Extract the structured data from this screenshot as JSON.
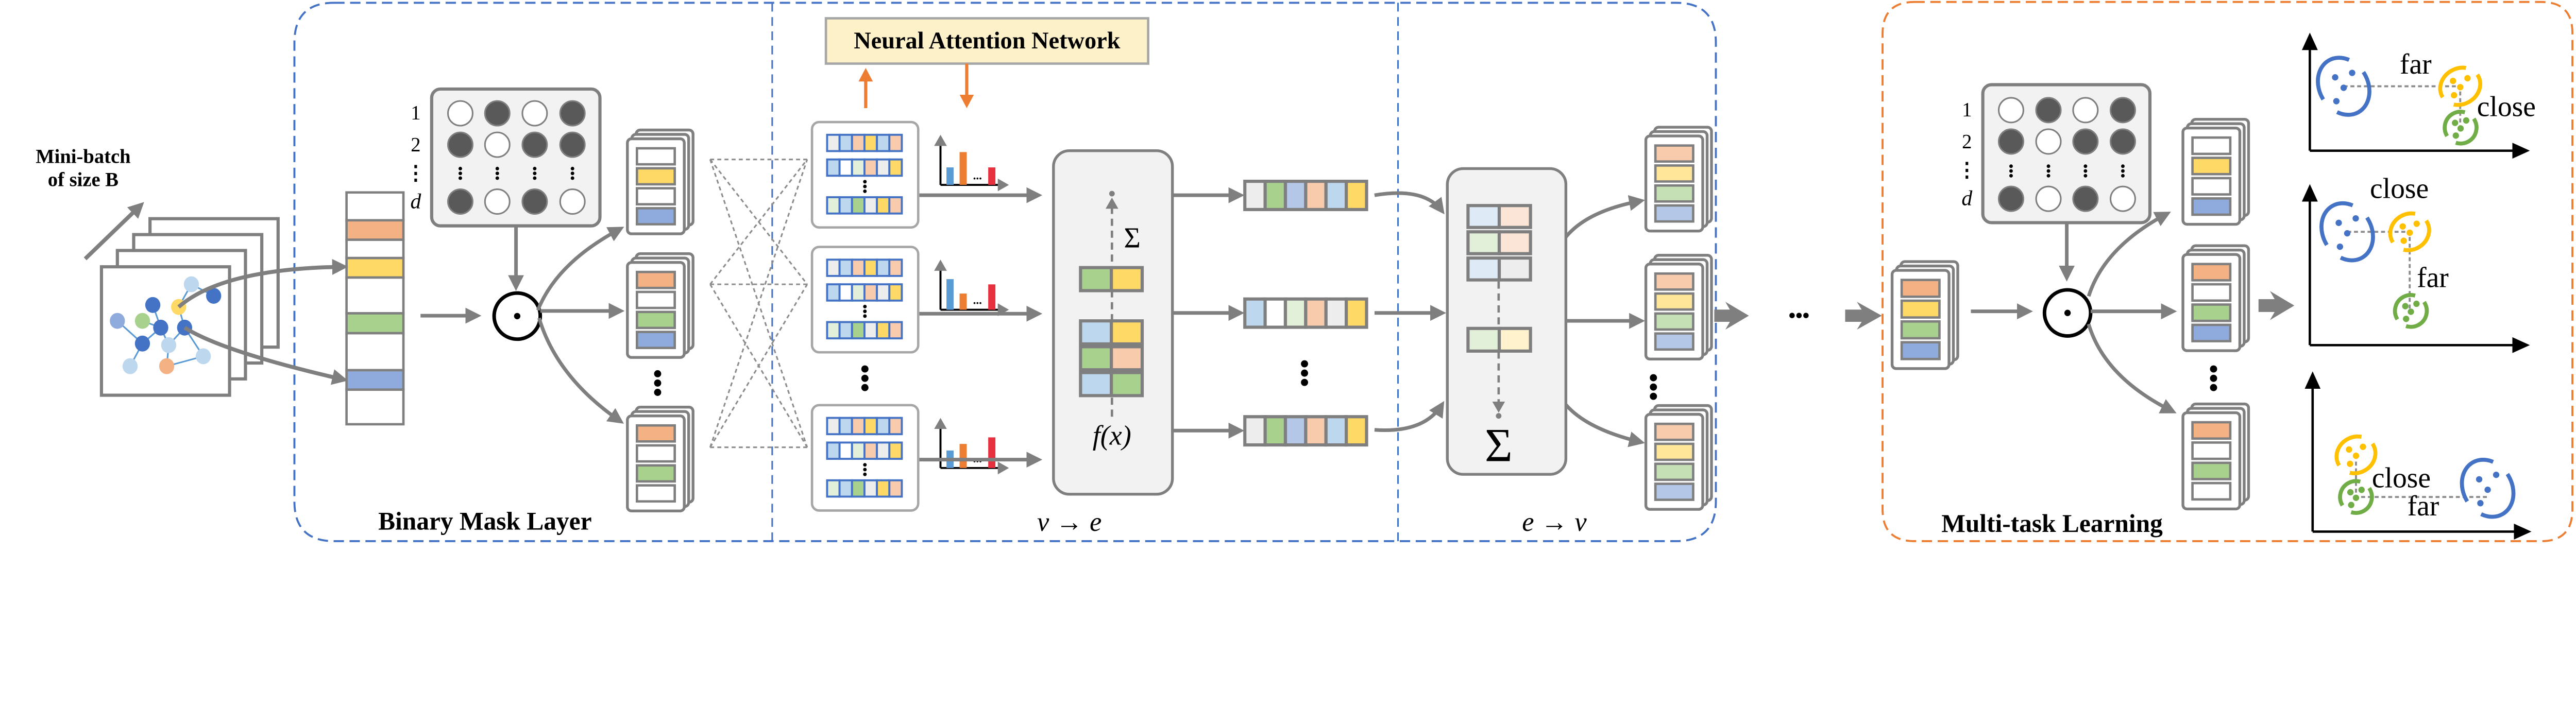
{
  "input": {
    "label_line1": "Mini-batch",
    "label_line2": "of size B"
  },
  "binary_mask_layer": {
    "title": "Binary Mask Layer",
    "row_labels": [
      "1",
      "2",
      "⋮",
      "d"
    ],
    "mask": [
      [
        0,
        1,
        0,
        1
      ],
      [
        1,
        0,
        1,
        1
      ],
      null,
      [
        1,
        0,
        1,
        0
      ]
    ],
    "input_vector": [
      "white",
      "orange",
      "white",
      "yellow",
      "white",
      "green",
      "white",
      "blue",
      "white"
    ],
    "outputs": [
      [
        "white",
        "yellow",
        "white",
        "blue"
      ],
      [
        "orange",
        "white",
        "green",
        "blue"
      ],
      [
        "orange",
        "white",
        "green",
        "white"
      ]
    ]
  },
  "attention": {
    "title": "Neural Attention Network",
    "card_rows": [
      [
        "gray",
        "lblue",
        "peach",
        "yellow",
        "lblue",
        "peach"
      ],
      [
        "lblue",
        "white",
        "pgreen",
        "peach",
        "gray",
        "yellow"
      ],
      [
        "pgreen",
        "lblue",
        "green",
        "gray",
        "yellow",
        "peach"
      ]
    ],
    "bar_charts": [
      [
        0.4,
        0.75,
        0.4
      ],
      [
        0.7,
        0.37,
        0.58
      ],
      [
        0.4,
        0.55,
        0.7
      ]
    ],
    "bar_ellipsis": "..."
  },
  "v_to_e": {
    "label": "v → e",
    "sum_symbol": "Σ",
    "function_label": "f(x)",
    "top_pair": [
      "green",
      "yellow"
    ],
    "stack_pairs": [
      [
        "lblue",
        "yellow"
      ],
      [
        "green",
        "peach"
      ],
      [
        "lblue",
        "green"
      ]
    ],
    "edge_vectors": [
      [
        "gray",
        "green",
        "lav",
        "peach",
        "lblue",
        "yellow"
      ],
      [
        "lblue",
        "white",
        "pgreen",
        "peach",
        "gray",
        "yellow"
      ],
      [
        "gray",
        "green",
        "lav",
        "peach",
        "lblue",
        "yellow"
      ]
    ]
  },
  "e_to_v": {
    "label": "e → v",
    "sum_symbol": "Σ",
    "stack_pairs": [
      [
        "pblue",
        "ppeach"
      ],
      [
        "ppgreen",
        "ppeach"
      ],
      [
        "pblue",
        "gray"
      ]
    ],
    "bottom_pair": [
      "ppgreen",
      "pyellow"
    ],
    "outputs": [
      [
        "peach",
        "pyel2",
        "pgreen2",
        "pblue2"
      ],
      [
        "peach",
        "pyel2",
        "pgreen2",
        "pblue2"
      ],
      [
        "peach",
        "pyel2",
        "pgreen2",
        "pblue2"
      ]
    ]
  },
  "continuation": "•••",
  "multitask": {
    "title": "Multi-task Learning",
    "row_labels": [
      "1",
      "2",
      "⋮",
      "d"
    ],
    "mask": [
      [
        0,
        1,
        0,
        1
      ],
      [
        1,
        0,
        1,
        1
      ],
      null,
      [
        1,
        0,
        1,
        0
      ]
    ],
    "input_card": [
      "orange",
      "yellow",
      "green",
      "blue"
    ],
    "outputs": [
      [
        "white",
        "yellow",
        "white",
        "blue"
      ],
      [
        "orange",
        "white",
        "green",
        "blue"
      ],
      [
        "orange",
        "white",
        "green",
        "white"
      ]
    ],
    "plots": [
      {
        "labels": [
          "far",
          "close"
        ]
      },
      {
        "labels": [
          "close",
          "far"
        ]
      },
      {
        "labels": [
          "close",
          "far"
        ]
      }
    ]
  },
  "colors": {
    "white": "#ffffff",
    "orange": "#f4b183",
    "yellow": "#ffd966",
    "green": "#a9d18e",
    "blue": "#8faadc",
    "gray": "#ededed",
    "lblue": "#bdd7ee",
    "peach": "#f8cbad",
    "pgreen": "#e2f0d9",
    "lav": "#b4c7e7",
    "pblue": "#deebf7",
    "ppeach": "#fbe5d6",
    "ppgreen": "#e2f0d9",
    "pyellow": "#fff2cc",
    "pyel2": "#ffe699",
    "pgreen2": "#c5e0b4",
    "pblue2": "#b4c7e7",
    "accent_blue": "#4472c4",
    "accent_orange": "#ed7d31",
    "cluster_yellow": "#ffc000",
    "cluster_green": "#70ad47",
    "bar_blue": "#5b9bd5",
    "bar_red": "#e8313f",
    "line_gray": "#7f7f7f",
    "box_fill": "#f2f2f2",
    "attention_fill": "#fdf1c9"
  }
}
